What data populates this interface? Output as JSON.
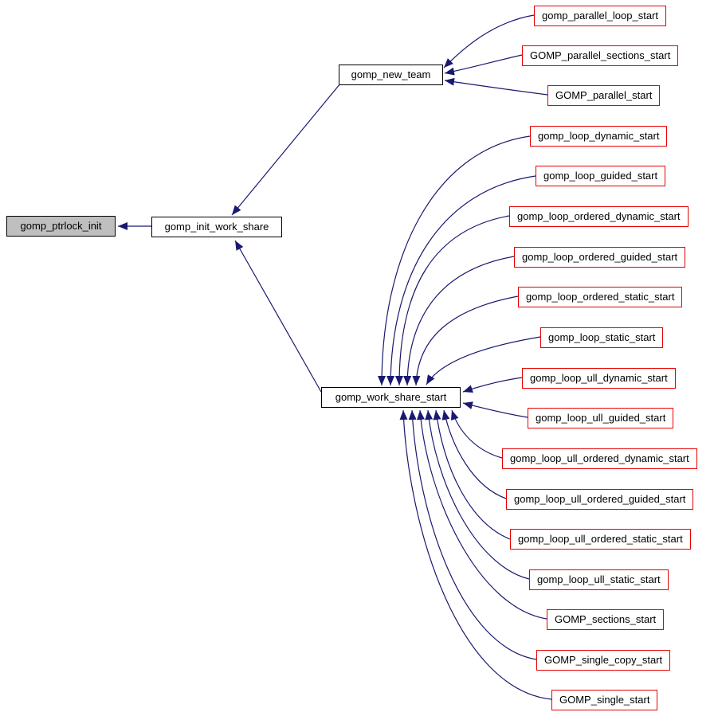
{
  "graph": {
    "type": "caller-graph",
    "colors": {
      "edge": "#191970",
      "node_border": "#000000",
      "caller_border": "#e60000",
      "root_fill": "#bfbfbf",
      "background": "#ffffff"
    },
    "root": "gomp_ptrlock_init",
    "intermediate": "gomp_init_work_share",
    "branch_new_team": "gomp_new_team",
    "branch_work_share": "gomp_work_share_start",
    "new_team_callers": [
      "gomp_parallel_loop_start",
      "GOMP_parallel_sections_start",
      "GOMP_parallel_start"
    ],
    "work_share_callers": [
      "gomp_loop_dynamic_start",
      "gomp_loop_guided_start",
      "gomp_loop_ordered_dynamic_start",
      "gomp_loop_ordered_guided_start",
      "gomp_loop_ordered_static_start",
      "gomp_loop_static_start",
      "gomp_loop_ull_dynamic_start",
      "gomp_loop_ull_guided_start",
      "gomp_loop_ull_ordered_dynamic_start",
      "gomp_loop_ull_ordered_guided_start",
      "gomp_loop_ull_ordered_static_start",
      "gomp_loop_ull_static_start",
      "GOMP_sections_start",
      "GOMP_single_copy_start",
      "GOMP_single_start"
    ]
  }
}
